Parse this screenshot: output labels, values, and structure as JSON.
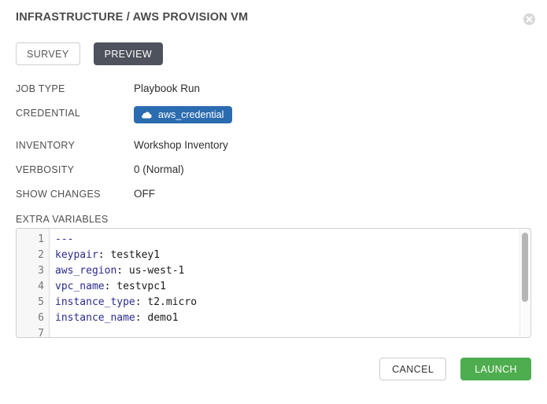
{
  "dialog": {
    "title": "INFRASTRUCTURE / AWS PROVISION VM",
    "close_icon": "close-circle-icon"
  },
  "tabs": [
    {
      "label": "SURVEY",
      "active": false
    },
    {
      "label": "PREVIEW",
      "active": true
    }
  ],
  "details": [
    {
      "label": "JOB TYPE",
      "value": "Playbook Run"
    },
    {
      "label": "CREDENTIAL",
      "badge": "aws_credential",
      "badge_icon": "cloud-icon",
      "badge_color": "#2b6cb0"
    },
    {
      "label": "INVENTORY",
      "value": "Workshop Inventory"
    },
    {
      "label": "VERBOSITY",
      "value": "0 (Normal)"
    },
    {
      "label": "SHOW CHANGES",
      "value": "OFF"
    }
  ],
  "extra_variables": {
    "label": "EXTRA VARIABLES",
    "lines": [
      {
        "num": "1",
        "key": "",
        "sep": "",
        "value": "---"
      },
      {
        "num": "2",
        "key": "keypair",
        "sep": ": ",
        "value": "testkey1"
      },
      {
        "num": "3",
        "key": "aws_region",
        "sep": ": ",
        "value": "us-west-1"
      },
      {
        "num": "4",
        "key": "vpc_name",
        "sep": ": ",
        "value": "testvpc1"
      },
      {
        "num": "5",
        "key": "instance_type",
        "sep": ": ",
        "value": "t2.micro"
      },
      {
        "num": "6",
        "key": "instance_name",
        "sep": ": ",
        "value": "demo1"
      },
      {
        "num": "7",
        "key": "",
        "sep": "",
        "value": ""
      }
    ]
  },
  "footer": {
    "cancel_label": "CANCEL",
    "launch_label": "LAUNCH",
    "launch_color": "#4ead4e"
  }
}
